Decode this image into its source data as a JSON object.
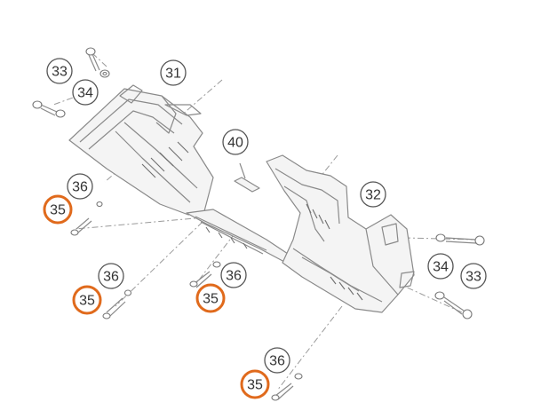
{
  "diagram": {
    "accent_color": "#e06a1c",
    "callouts": [
      {
        "id": "c33a",
        "label": "33",
        "highlight": false
      },
      {
        "id": "c34a",
        "label": "34",
        "highlight": false
      },
      {
        "id": "c31",
        "label": "31",
        "highlight": false
      },
      {
        "id": "c40",
        "label": "40",
        "highlight": false
      },
      {
        "id": "c36a",
        "label": "36",
        "highlight": false
      },
      {
        "id": "c35a",
        "label": "35",
        "highlight": true
      },
      {
        "id": "c32",
        "label": "32",
        "highlight": false
      },
      {
        "id": "c36b",
        "label": "36",
        "highlight": false
      },
      {
        "id": "c35b",
        "label": "35",
        "highlight": true
      },
      {
        "id": "c36c",
        "label": "36",
        "highlight": false
      },
      {
        "id": "c35c",
        "label": "35",
        "highlight": true
      },
      {
        "id": "c34b",
        "label": "34",
        "highlight": false
      },
      {
        "id": "c33b",
        "label": "33",
        "highlight": false
      },
      {
        "id": "c36d",
        "label": "36",
        "highlight": false
      },
      {
        "id": "c35d",
        "label": "35",
        "highlight": true
      }
    ]
  }
}
